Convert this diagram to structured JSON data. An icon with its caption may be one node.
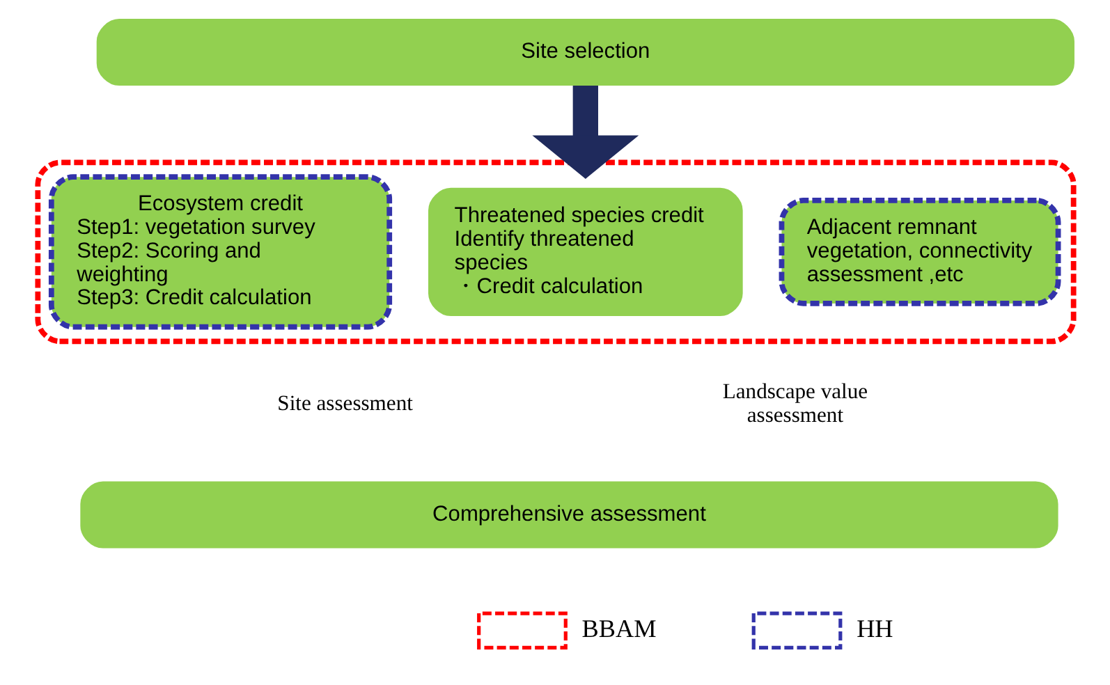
{
  "diagram": {
    "nodes": [
      {
        "text": [
          "Site selection"
        ]
      },
      {
        "text": [],
        "shape": "box"
      },
      {
        "text": [
          "Ecosystem credit",
          "Step1: vegetation survey",
          "Step2: Scoring and weighting",
          "Step3: Credit calculation"
        ],
        "in": 1
      },
      {
        "text": [
          "Threatened species credit",
          "Identify threatened species",
          "・Credit calculation"
        ],
        "in": 1
      },
      {
        "text": [
          "Adjacent remnant vegetation, connectivity assessment ,etc"
        ],
        "in": 1
      },
      {
        "text": [
          "Comprehensive assessment"
        ]
      }
    ],
    "edges": [
      {
        "from": 0,
        "to": 1,
        "arrow": "to"
      }
    ],
    "labels": [
      "Site assessment",
      "Landscape value assessment"
    ],
    "legend": [
      {
        "text": "BBAM"
      },
      {
        "text": "HH"
      }
    ]
  }
}
